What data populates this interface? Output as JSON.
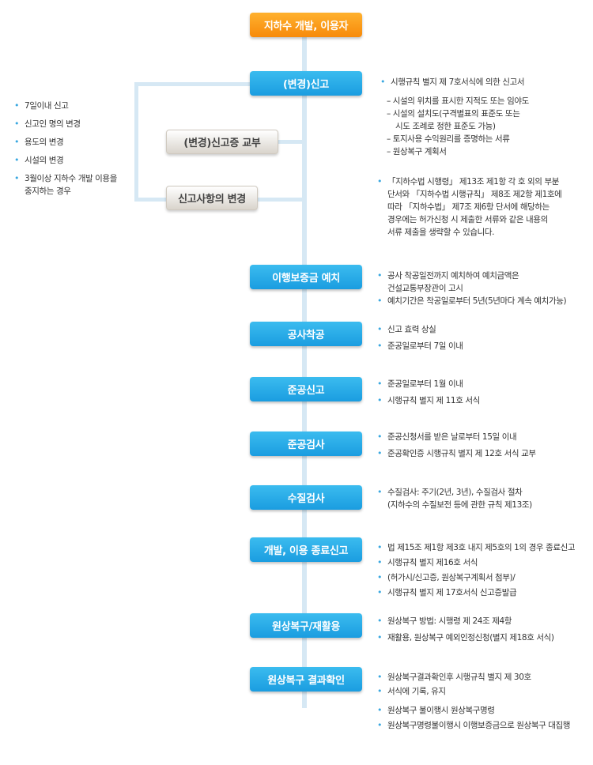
{
  "flow": {
    "start": "지하수 개발, 이용자",
    "report": "(변경)신고",
    "cert": "(변경)신고증 교부",
    "change": "신고사항의 변경",
    "deposit": "이행보증금 예치",
    "construction": "공사착공",
    "completion_report": "준공신고",
    "completion_inspection": "준공검사",
    "water_quality": "수질검사",
    "end_report": "개발, 이용 종료신고",
    "restoration": "원상복구/재활용",
    "restoration_check": "원상복구 결과확인"
  },
  "left_items": [
    "7일이내 신고",
    "신고인 명의 변경",
    "용도의 변경",
    "시설의 변경",
    "3월이상 지하수 개발 이용을",
    "중지하는 경우"
  ],
  "notes": {
    "report_main": "시행규칙 별지 제 7호서식에 의한 신고서",
    "report_sub": [
      "– 시설의 위치를 표시한 지적도 또는 임야도",
      "– 시설의 설치도(구격별표의 표준도 또는",
      "시도 조례로 정한 표준도 가능)",
      "– 토지사용 수익원리를 증명하는 서류",
      "– 원상복구 계획서"
    ],
    "change": [
      "「지하수법 시행령」 제13조 제1항 각 호 외의 부분",
      "단서와 「지하수법 시행규칙」 제8조 제2항 제1호에",
      "따라 「지하수법」 제7조 제6항 단서에 해당하는",
      "경우에는 허가신청 시 제출한 서류와 같은 내용의",
      "서류 제출을 생략할 수 있습니다."
    ],
    "deposit": [
      "공사 착공일전까지 예치하여 예치금액은",
      "건설교통부장관이 고시",
      "예치기간은 착공일로부터 5년(5년마다 계속 예치가능)"
    ],
    "construction": [
      "신고 효력 상실",
      "준공일로부터 7일 이내"
    ],
    "completion_report": [
      "준공일로부터 1월 이내",
      "시행규칙 별지 제 11호 서식"
    ],
    "completion_inspection": [
      "준공신청서를 받은 날로부터 15일 이내",
      "준공확인증 시행규칙 별지 제 12호 서식 교부"
    ],
    "water_quality": [
      "수질검사: 주기(2년, 3년), 수질검사 절차",
      "(지하수의 수질보전 등에 관한 규칙 제13조)"
    ],
    "end_report": [
      "법 제15조 제1항 제3호 내지 제5호의 1의 경우 종료신고",
      "시행규칙 별지 제16호 서식",
      "(허가시/신고증, 원상복구계획서 첨부)/",
      "시행규칙 별지 제 17호서식 신고증발급"
    ],
    "restoration": [
      "원상복구 방법: 시행령 제 24조 제4항",
      "재활용, 원상복구 예외인정신청(별지 제18호 서식)"
    ],
    "restoration_check": [
      "원상복구결과확인후 시행규칙 별지 제 30호",
      "서식에 기록, 유지",
      "원상복구 불이행시 원상복구명령",
      "원상복구명령불이행시 이행보증금으로 원상복구 대집행"
    ]
  }
}
